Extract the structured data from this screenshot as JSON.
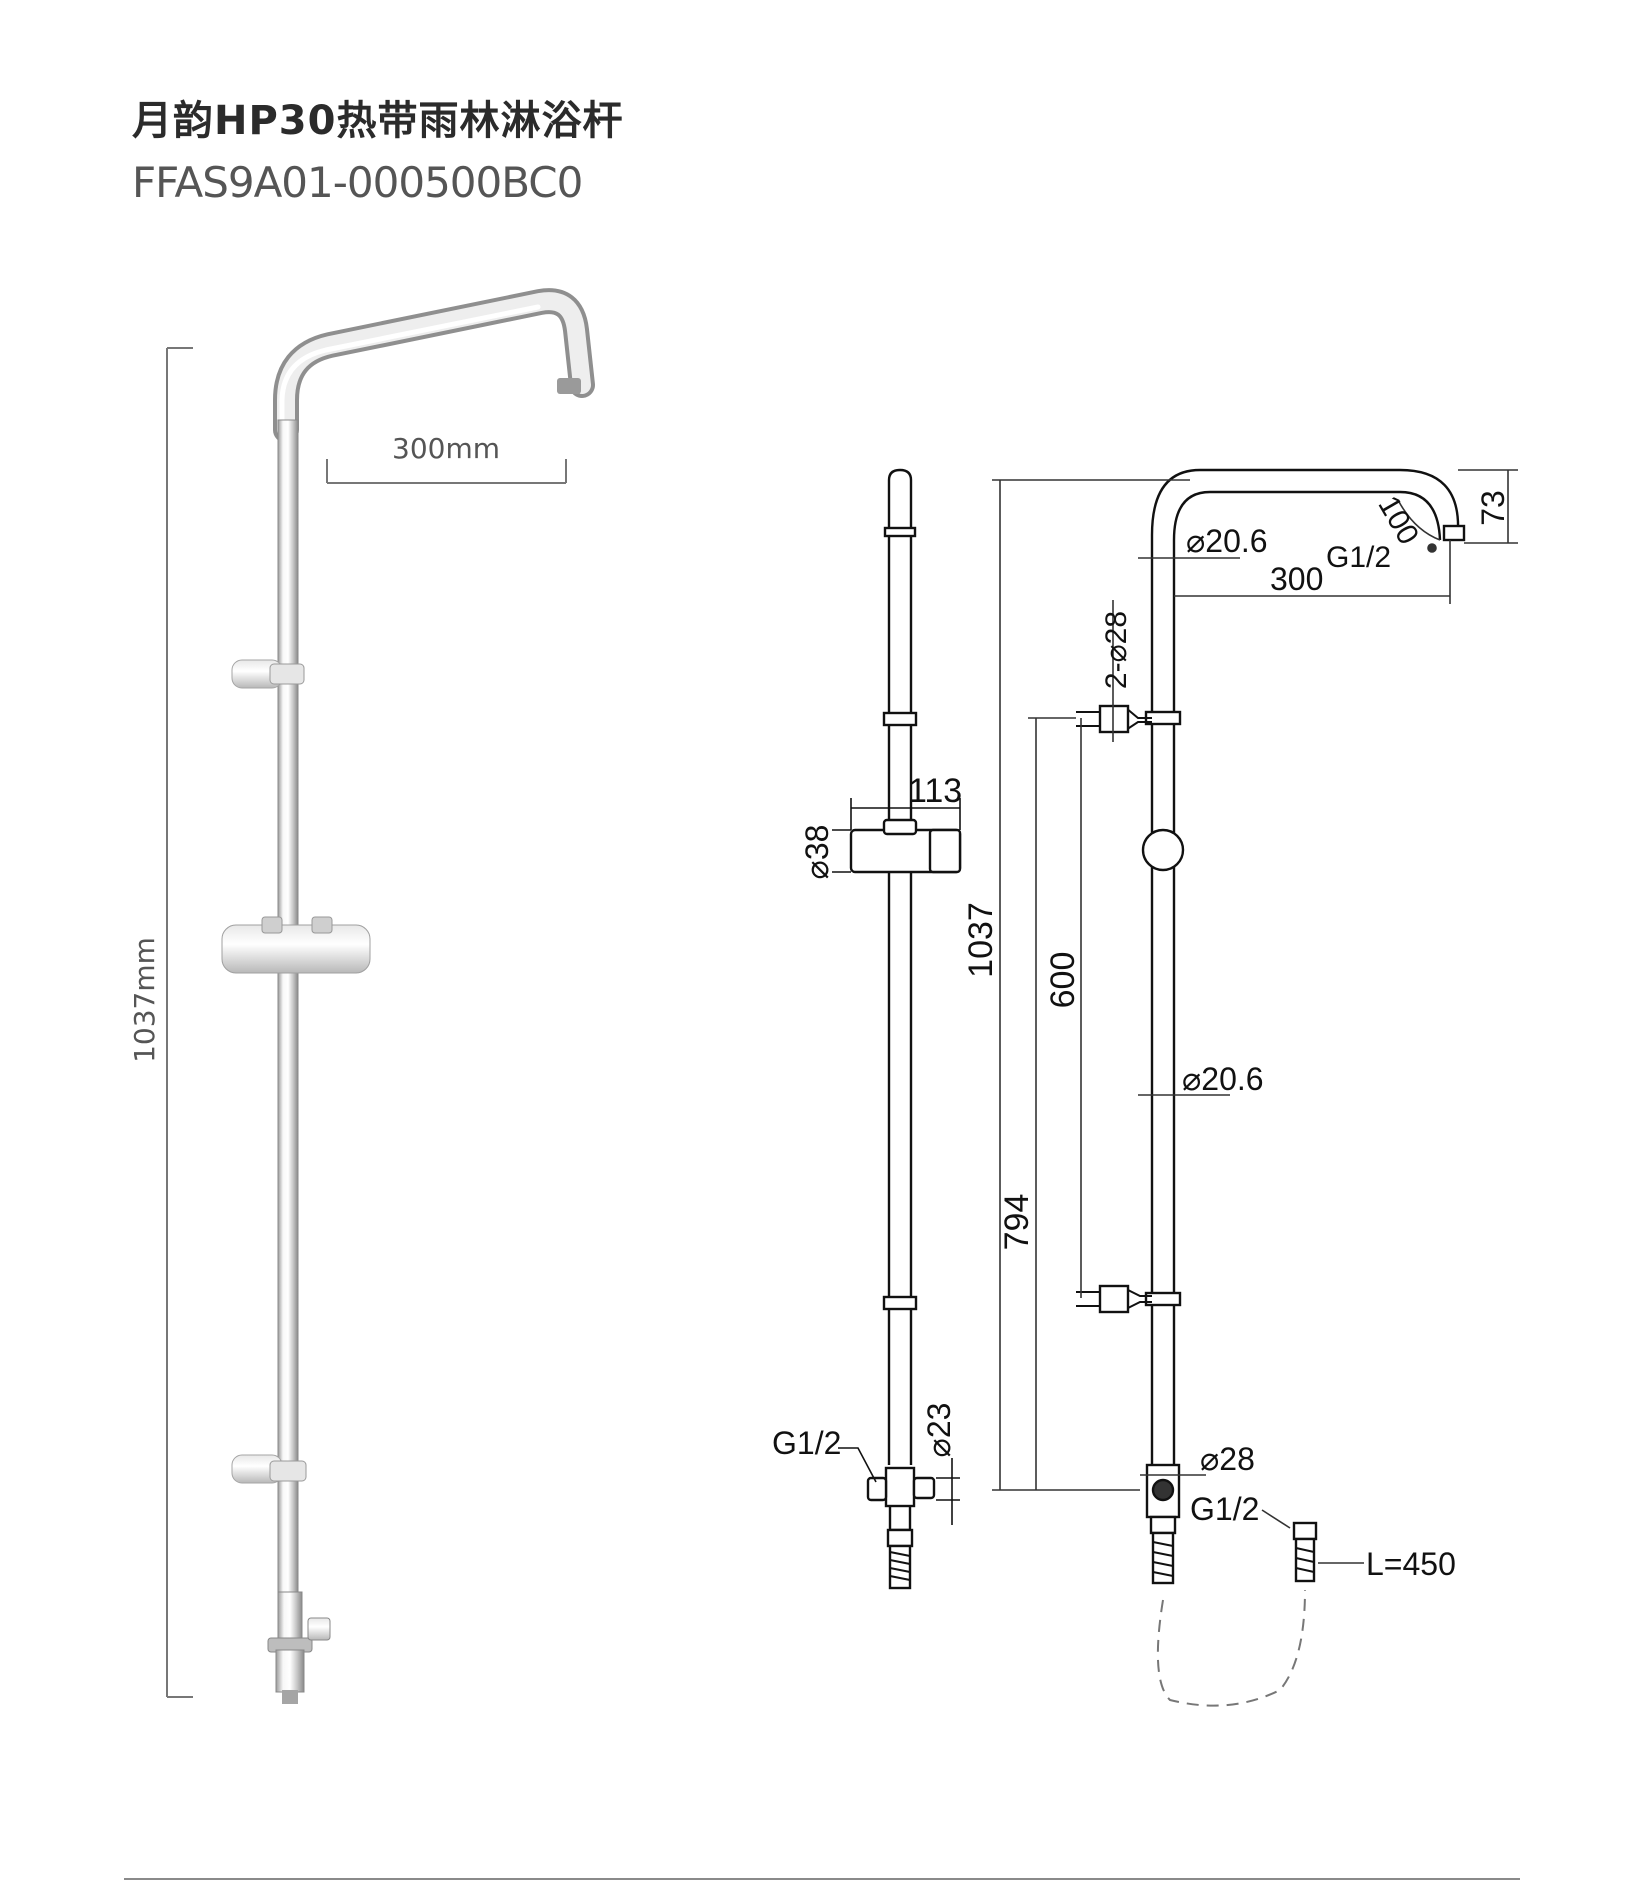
{
  "header": {
    "title": "月韵HP30热带雨林淋浴杆",
    "model_code": "FFAS9A01-000500BC0"
  },
  "photo": {
    "width_label": "300mm",
    "height_label": "1037mm"
  },
  "drawing": {
    "side_view": {
      "handle_width": "113",
      "handle_diameter": "⌀38",
      "valve_diameter": "⌀23",
      "inlet_thread": "G1/2"
    },
    "front_view": {
      "total_height": "1037",
      "inlet_height": "794",
      "bracket_spacing": "600",
      "bracket_spec": "2-⌀28",
      "top_pipe_diameter": "⌀20.6",
      "pipe_diameter": "⌀20.6",
      "arm_length": "300",
      "arm_drop": "100",
      "outlet_thread": "G1/2",
      "head_offset": "73",
      "valve_diameter": "⌀28",
      "valve_thread": "G1/2",
      "hose_length": "L=450"
    }
  },
  "colors": {
    "line": "#111111",
    "chrome_light": "#f4f4f4",
    "chrome_mid": "#c9c9c9",
    "chrome_dark": "#8d8d8d",
    "dim_line": "#333333"
  }
}
